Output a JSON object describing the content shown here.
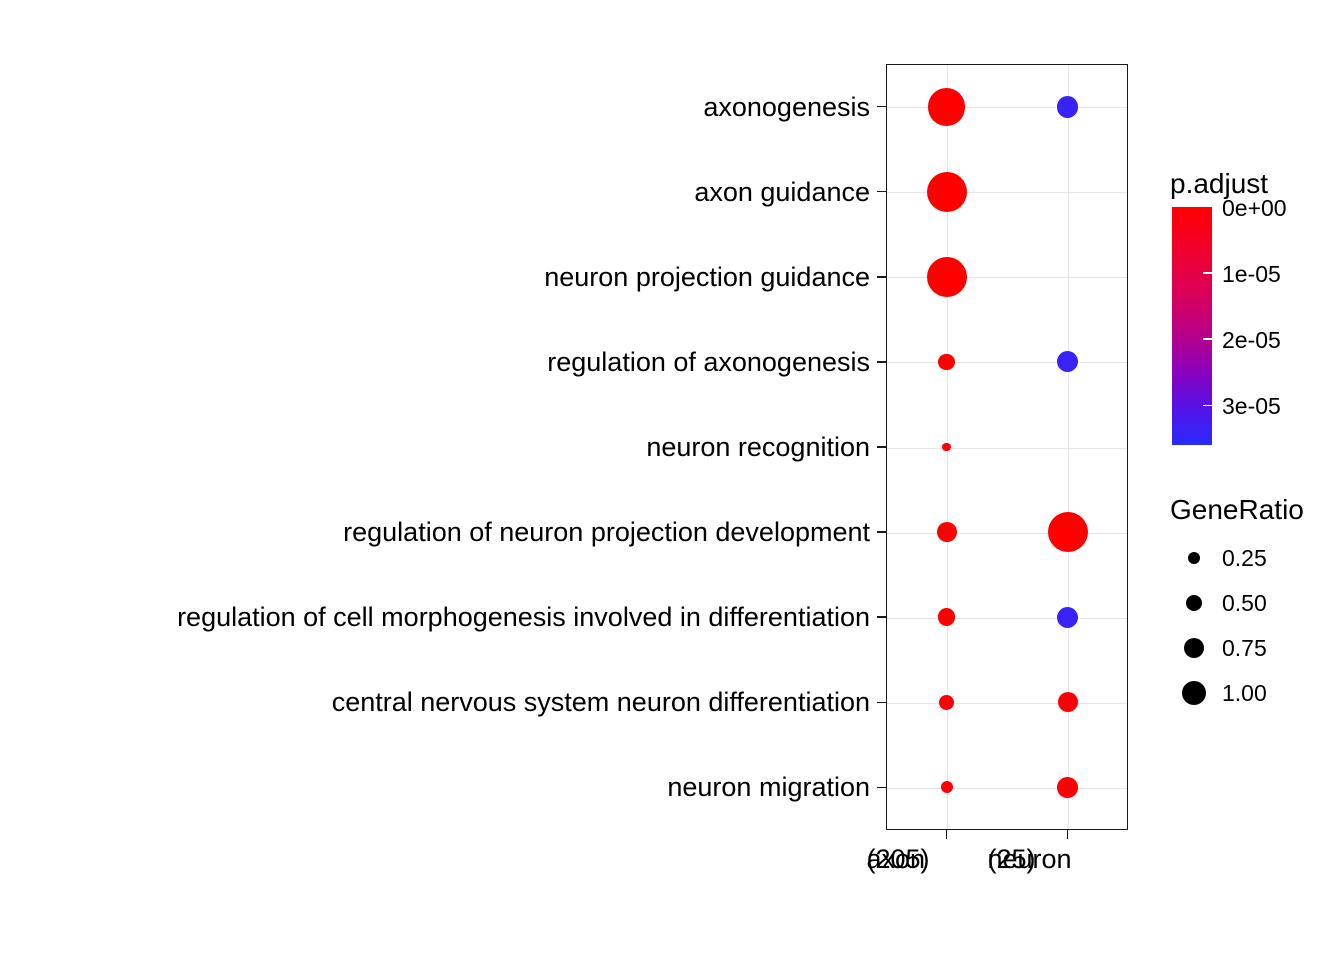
{
  "chart_data": {
    "type": "scatter",
    "subtype": "dotplot",
    "title": "",
    "y_categories": [
      "axonogenesis",
      "axon guidance",
      "neuron projection guidance",
      "regulation of axonogenesis",
      "neuron recognition",
      "regulation of neuron projection development",
      "regulation of cell morphogenesis involved in differentiation",
      "central nervous system neuron differentiation",
      "neuron migration"
    ],
    "x_categories": [
      {
        "label": "axon",
        "count": "(205)"
      },
      {
        "label": "neuron",
        "count": "(25)"
      }
    ],
    "points": [
      {
        "term": "axonogenesis",
        "cluster": "axon",
        "gene_ratio": 0.9,
        "p_adjust": 1e-09
      },
      {
        "term": "axonogenesis",
        "cluster": "neuron",
        "gene_ratio": 0.3,
        "p_adjust": 3.4e-05
      },
      {
        "term": "axon guidance",
        "cluster": "axon",
        "gene_ratio": 1.0,
        "p_adjust": 1e-09
      },
      {
        "term": "neuron projection guidance",
        "cluster": "axon",
        "gene_ratio": 1.0,
        "p_adjust": 1e-09
      },
      {
        "term": "regulation of axonogenesis",
        "cluster": "axon",
        "gene_ratio": 0.17,
        "p_adjust": 1e-07
      },
      {
        "term": "regulation of axonogenesis",
        "cluster": "neuron",
        "gene_ratio": 0.28,
        "p_adjust": 3.4e-05
      },
      {
        "term": "neuron recognition",
        "cluster": "axon",
        "gene_ratio": 0.05,
        "p_adjust": 1e-06
      },
      {
        "term": "regulation of neuron projection development",
        "cluster": "axon",
        "gene_ratio": 0.25,
        "p_adjust": 1e-07
      },
      {
        "term": "regulation of neuron projection development",
        "cluster": "neuron",
        "gene_ratio": 1.0,
        "p_adjust": 1e-08
      },
      {
        "term": "regulation of cell morphogenesis involved in differentiation",
        "cluster": "axon",
        "gene_ratio": 0.2,
        "p_adjust": 1e-07
      },
      {
        "term": "regulation of cell morphogenesis involved in differentiation",
        "cluster": "neuron",
        "gene_ratio": 0.28,
        "p_adjust": 3.4e-05
      },
      {
        "term": "central nervous system neuron differentiation",
        "cluster": "axon",
        "gene_ratio": 0.14,
        "p_adjust": 1e-06
      },
      {
        "term": "central nervous system neuron differentiation",
        "cluster": "neuron",
        "gene_ratio": 0.25,
        "p_adjust": 1e-06
      },
      {
        "term": "neuron migration",
        "cluster": "axon",
        "gene_ratio": 0.09,
        "p_adjust": 1e-06
      },
      {
        "term": "neuron migration",
        "cluster": "neuron",
        "gene_ratio": 0.27,
        "p_adjust": 1e-06
      }
    ],
    "color_scale": {
      "title": "p.adjust",
      "tick_labels": [
        "0e+00",
        "1e-05",
        "2e-05",
        "3e-05"
      ],
      "tick_values": [
        0,
        1e-05,
        2e-05,
        3e-05
      ],
      "max_value": 3.6e-05,
      "low_color": "#ff0000",
      "high_color": "#2a2aff"
    },
    "size_scale": {
      "title": "GeneRatio",
      "tick_labels": [
        "0.25",
        "0.50",
        "0.75",
        "1.00"
      ],
      "tick_values": [
        0.25,
        0.5,
        0.75,
        1.0
      ]
    },
    "layout": {
      "grid": true,
      "legend_position": "right",
      "panel_border": true,
      "x_axis_type": "categorical",
      "y_axis_type": "categorical"
    }
  }
}
